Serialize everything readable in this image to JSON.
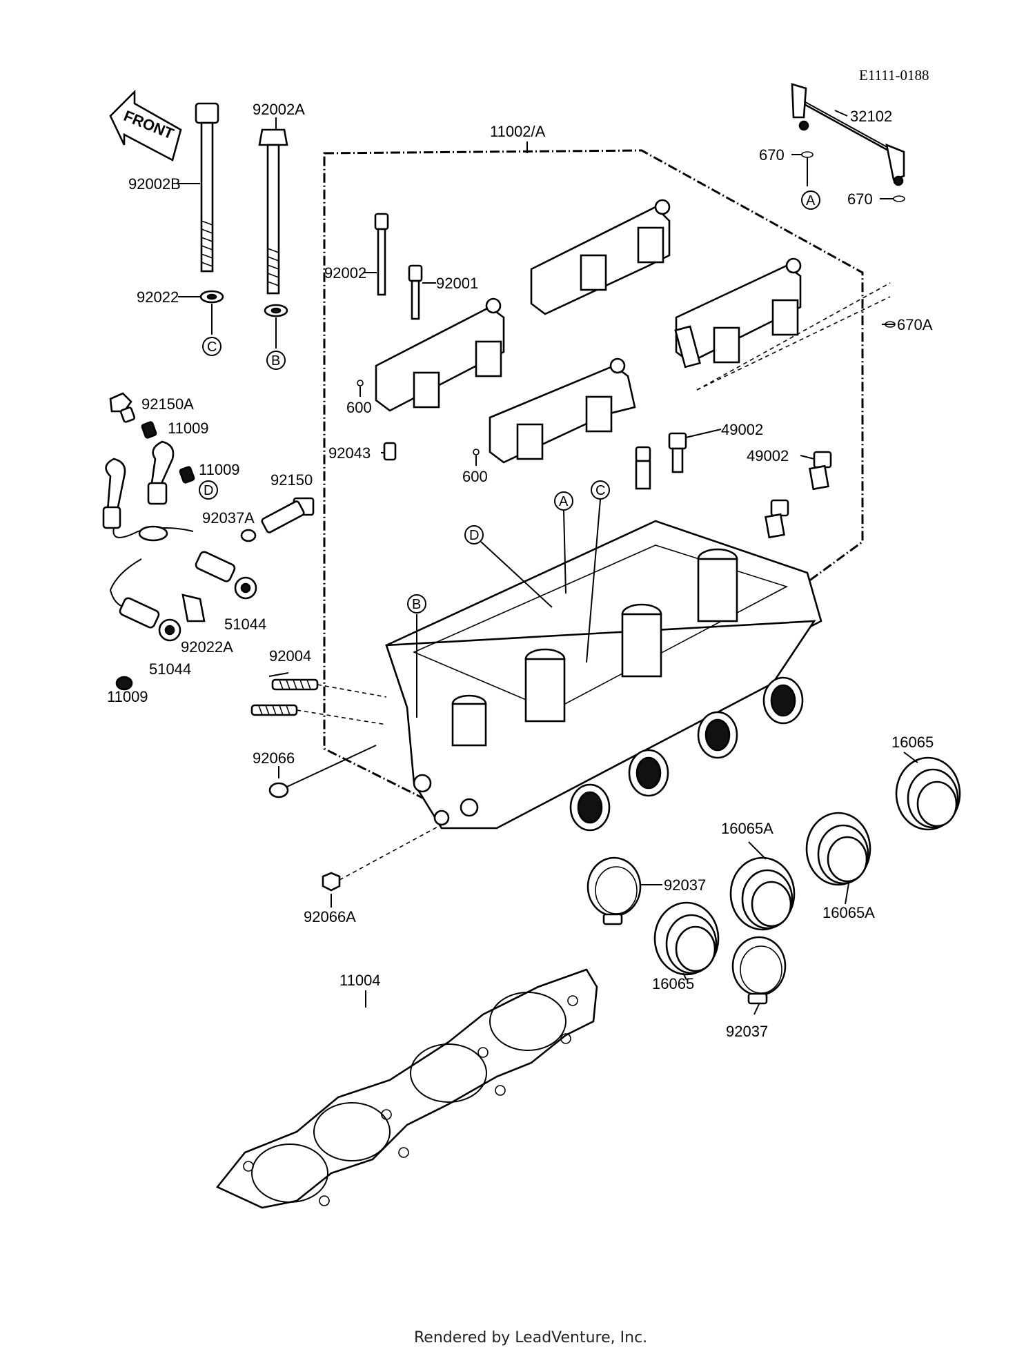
{
  "diagram": {
    "code": "E1111-0188",
    "front_label": "FRONT",
    "footer": "Rendered by LeadVenture, Inc.",
    "part_labels": [
      "11002/A",
      "32102",
      "670",
      "670",
      "670A",
      "92002A",
      "92002B",
      "92022",
      "92002",
      "92001",
      "600",
      "600",
      "92043",
      "49002",
      "49002",
      "92150A",
      "11009",
      "11009",
      "92150",
      "92037A",
      "51044",
      "92022A",
      "51044",
      "11009",
      "92004",
      "92066",
      "92066A",
      "16065",
      "16065A",
      "16065A",
      "92037",
      "16065",
      "92037",
      "11004"
    ],
    "ref_markers": [
      "A",
      "C",
      "B",
      "A",
      "C",
      "D",
      "D",
      "B"
    ]
  }
}
